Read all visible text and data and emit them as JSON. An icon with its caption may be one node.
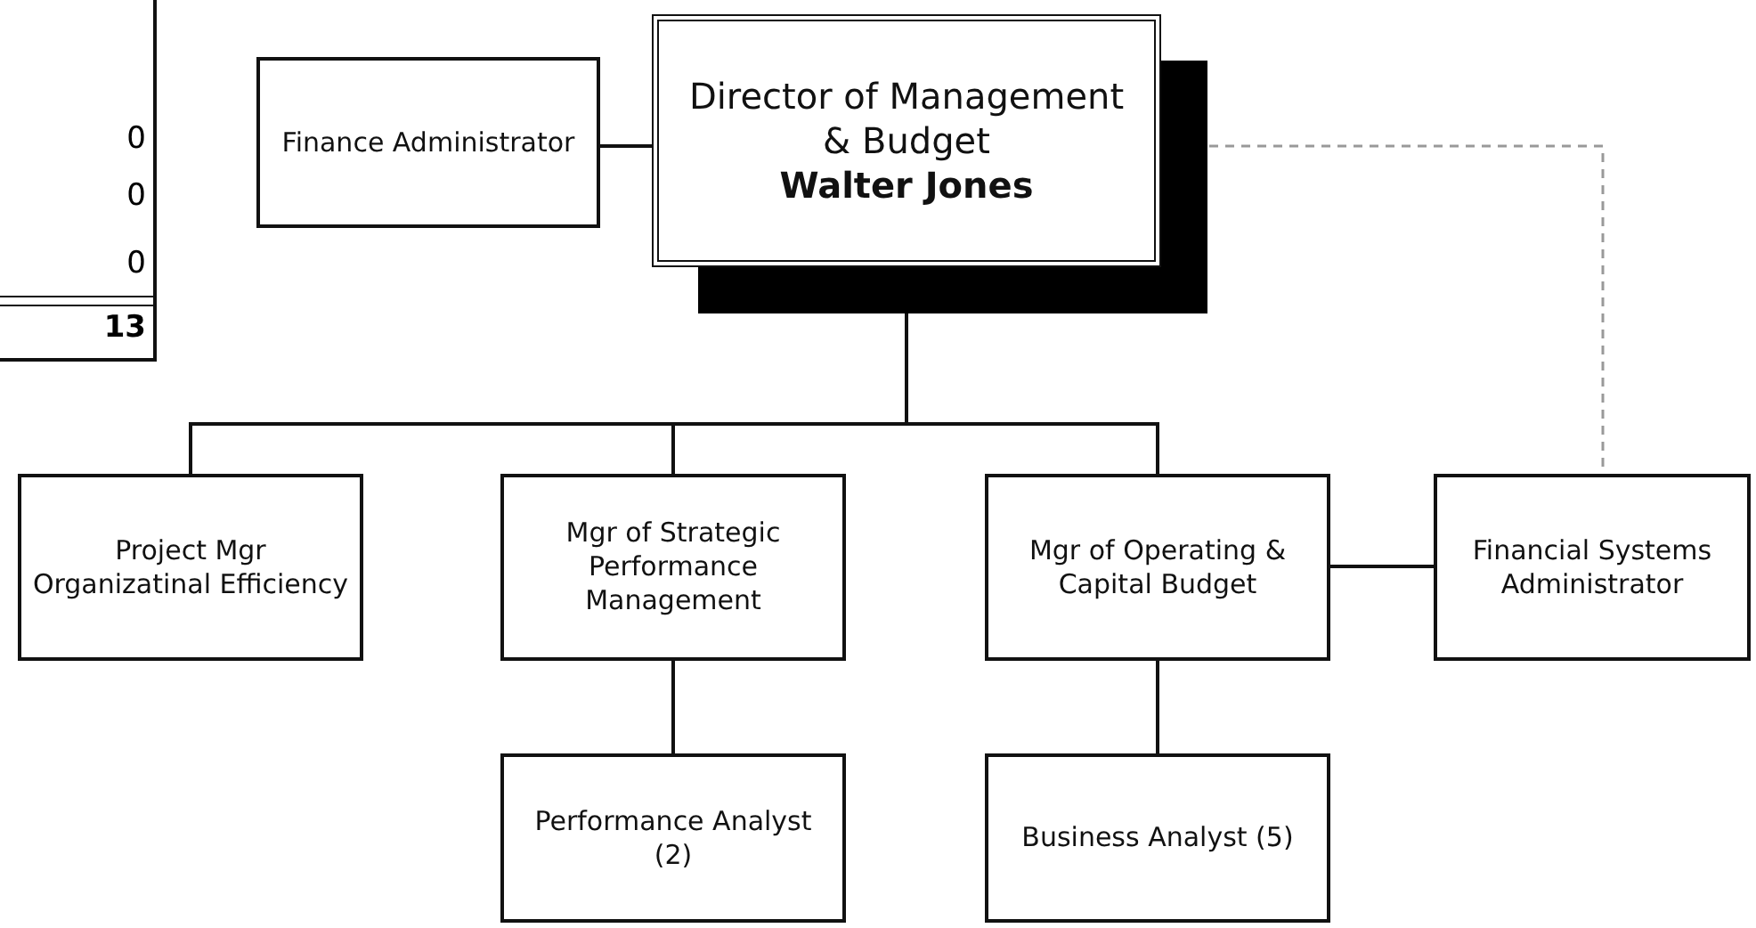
{
  "diagram": {
    "nodes": [
      {
        "text": [
          "Finance Administrator"
        ]
      },
      {
        "text": [
          "Director of Management & Budget",
          "Walter Jones"
        ]
      },
      {
        "text": [
          "Project Mgr Organizatinal Efficiency"
        ]
      },
      {
        "text": [
          "Mgr of Strategic Performance Management"
        ]
      },
      {
        "text": [
          "Mgr of Operating & Capital Budget"
        ]
      },
      {
        "text": [
          "Financial Systems Administrator"
        ]
      },
      {
        "text": [
          "Performance Analyst (2)"
        ]
      },
      {
        "text": [
          "Business Analyst (5)"
        ]
      }
    ],
    "edges": [
      {
        "from": 0,
        "to": 1,
        "arrow": "none"
      },
      {
        "from": 1,
        "to": 2,
        "arrow": "none"
      },
      {
        "from": 1,
        "to": 3,
        "arrow": "none"
      },
      {
        "from": 1,
        "to": 4,
        "arrow": "none"
      },
      {
        "from": 1,
        "to": 5,
        "arrow": "none",
        "style": "dashed",
        "color": "#999999"
      },
      {
        "from": 4,
        "to": 5,
        "arrow": "none"
      },
      {
        "from": 3,
        "to": 6,
        "arrow": "none"
      },
      {
        "from": 4,
        "to": 7,
        "arrow": "none"
      }
    ],
    "labels": [
      "0",
      "0",
      "0",
      "13"
    ]
  }
}
